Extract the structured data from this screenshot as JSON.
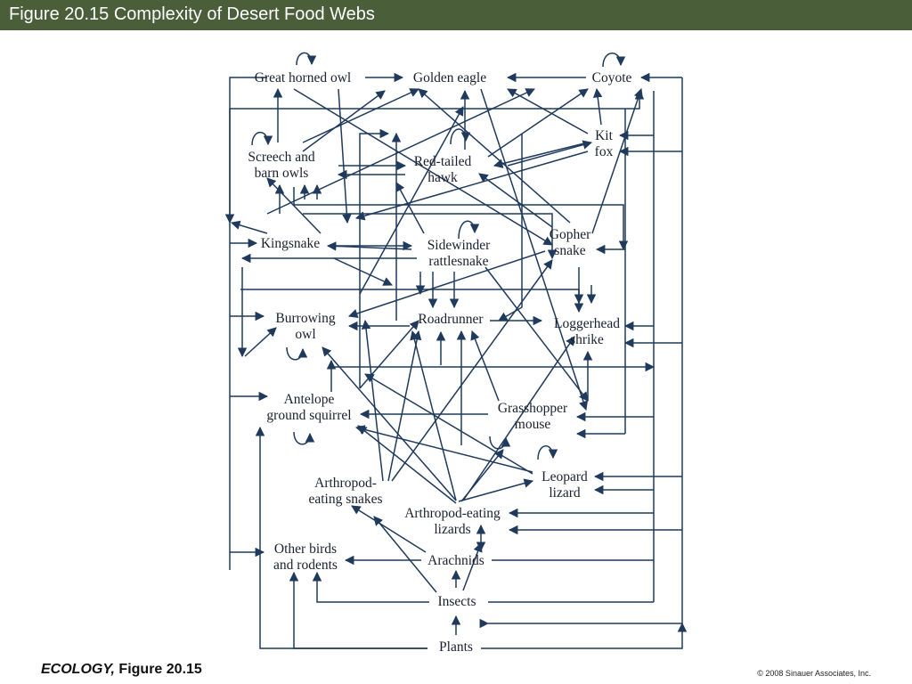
{
  "title": "Figure 20.15  Complexity of Desert Food Webs",
  "nodes": {
    "great_horned_owl": [
      "Great horned owl"
    ],
    "golden_eagle": [
      "Golden eagle"
    ],
    "coyote": [
      "Coyote"
    ],
    "kit_fox": [
      "Kit",
      "fox"
    ],
    "screech_barn_owls": [
      "Screech and",
      "barn owls"
    ],
    "red_tailed_hawk": [
      "Red-tailed",
      "hawk"
    ],
    "kingsnake": [
      "Kingsnake"
    ],
    "sidewinder": [
      "Sidewinder",
      "rattlesnake"
    ],
    "gopher_snake": [
      "Gopher",
      "snake"
    ],
    "burrowing_owl": [
      "Burrowing",
      "owl"
    ],
    "roadrunner": [
      "Roadrunner"
    ],
    "loggerhead_shrike": [
      "Loggerhead",
      "shrike"
    ],
    "antelope_squirrel": [
      "Antelope",
      "ground squirrel"
    ],
    "grasshopper_mouse": [
      "Grasshopper",
      "mouse"
    ],
    "arthropod_snakes": [
      "Arthropod-",
      "eating snakes"
    ],
    "leopard_lizard": [
      "Leopard",
      "lizard"
    ],
    "arthropod_lizards": [
      "Arthropod-eating",
      "lizards"
    ],
    "other_birds": [
      "Other birds",
      "and rodents"
    ],
    "arachnids": [
      "Arachnids"
    ],
    "insects": [
      "Insects"
    ],
    "plants": [
      "Plants"
    ]
  },
  "footer": {
    "book": "ECOLOGY,",
    "figure": " Figure 20.15",
    "copyright": "© 2008 Sinauer Associates, Inc."
  },
  "colors": {
    "title_bar": "#4a5e3a",
    "arrows": "#1f3a5c",
    "text": "#1b2030"
  }
}
